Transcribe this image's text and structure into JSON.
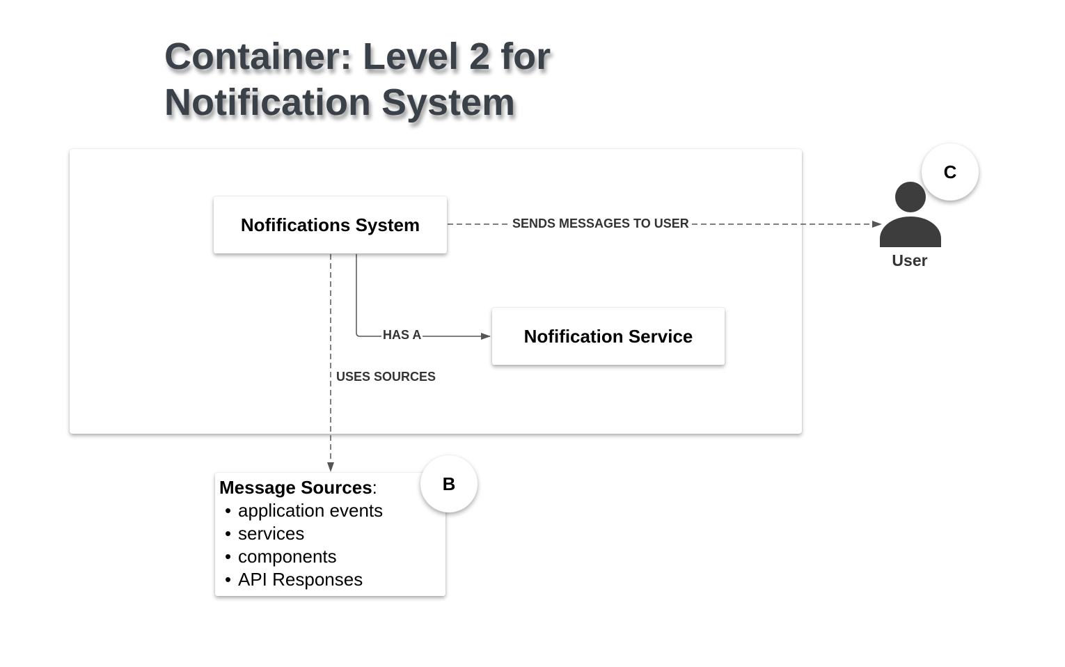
{
  "title": {
    "line1": "Container: Level 2 for",
    "line2": "Notification System"
  },
  "nodes": {
    "notifications_system": "Nofifications System",
    "notification_service": "Nofification Service",
    "user": "User"
  },
  "message_sources": {
    "heading": "Message Sources",
    "heading_suffix": ":",
    "items": [
      "application events",
      "services",
      "components",
      "API Responses"
    ]
  },
  "badges": {
    "b": "B",
    "c": "C"
  },
  "edges": {
    "sends": "SENDS MESSAGES TO USER",
    "has_a": "HAS A",
    "uses": "USES SOURCES"
  },
  "colors": {
    "title": "#3b4148",
    "edge": "#555555",
    "user_icon": "#3d3d3d"
  },
  "icons": {
    "user": "person-icon"
  }
}
